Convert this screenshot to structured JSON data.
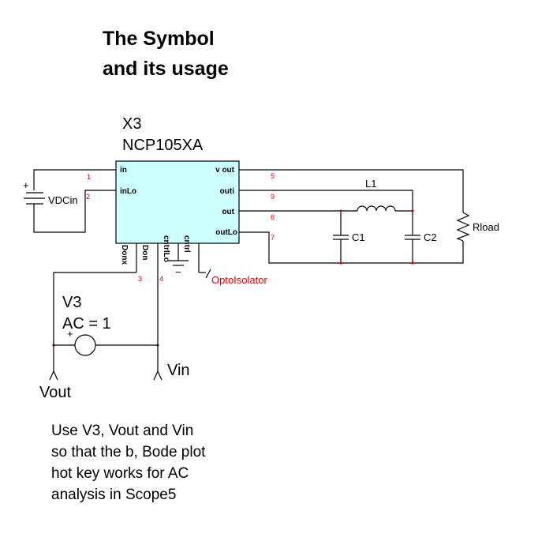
{
  "title": {
    "line1": "The Symbol",
    "line2": "and its usage"
  },
  "component": {
    "ref": "X3",
    "part": "NCP105XA",
    "body_color": "#ccffff",
    "left_pins": [
      "in",
      "inLo"
    ],
    "right_pins": [
      "v out",
      "outi",
      "out",
      "outLo"
    ],
    "bottom_pins": [
      "Donx",
      "Don",
      "cntrlLo",
      "cntrl"
    ]
  },
  "nodes": {
    "n1": "1",
    "n2": "2",
    "n3": "3",
    "n4": "4",
    "n5": "5",
    "n6": "6",
    "n7": "7",
    "n9": "9"
  },
  "parts": {
    "vdc": "VDCin",
    "vdc_plus": "+",
    "inductor": "L1",
    "cap1": "C1",
    "cap2": "C2",
    "load": "Rload",
    "opto": "OptoIsolator",
    "ground_minus": "−",
    "v3_name": "V3",
    "v3_value": "AC = 1",
    "v3_plus": "+",
    "vout": "Vout",
    "vin": "Vin"
  },
  "note": {
    "lines": [
      "Use V3, Vout and Vin",
      "so that the b, Bode plot",
      "hot key works for AC",
      "analysis in Scope5"
    ]
  },
  "colors": {
    "node_label": "#e00000",
    "wire": "#000000",
    "junction": "#e00000"
  }
}
